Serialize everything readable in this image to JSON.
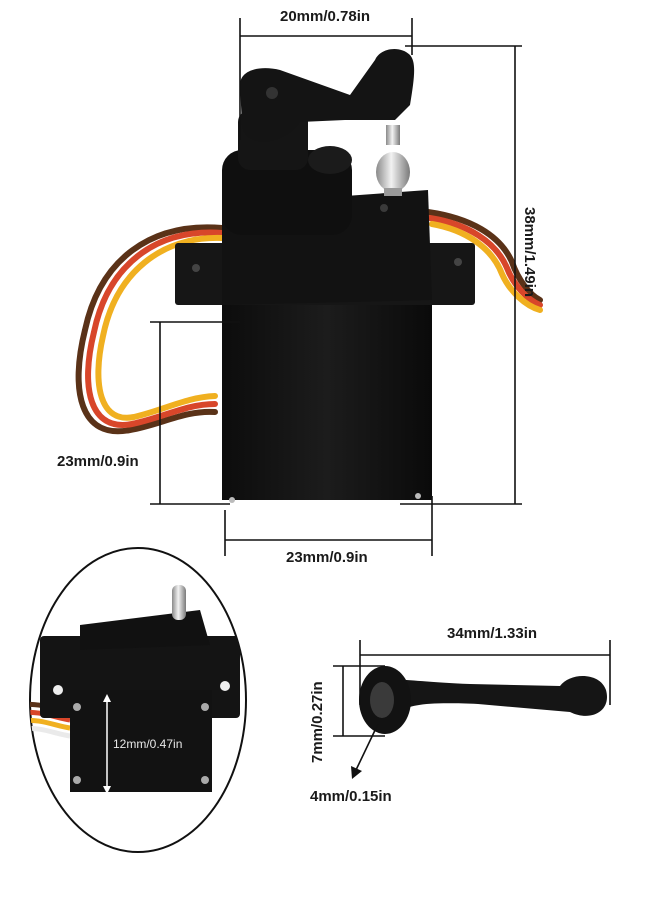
{
  "dimensions": {
    "top_width": "20mm/0.78in",
    "total_height": "38mm/1.49in",
    "body_height": "23mm/0.9in",
    "body_width": "23mm/0.9in",
    "inset_height": "12mm/0.47in",
    "arm_length": "34mm/1.33in",
    "arm_head_height": "7mm/0.27in",
    "arm_hole": "4mm/0.15in"
  },
  "colors": {
    "servo_body": "#141414",
    "wire_brown": "#5a3218",
    "wire_red": "#d8462a",
    "wire_orange": "#f0b020",
    "dimension_line": "#111111"
  }
}
